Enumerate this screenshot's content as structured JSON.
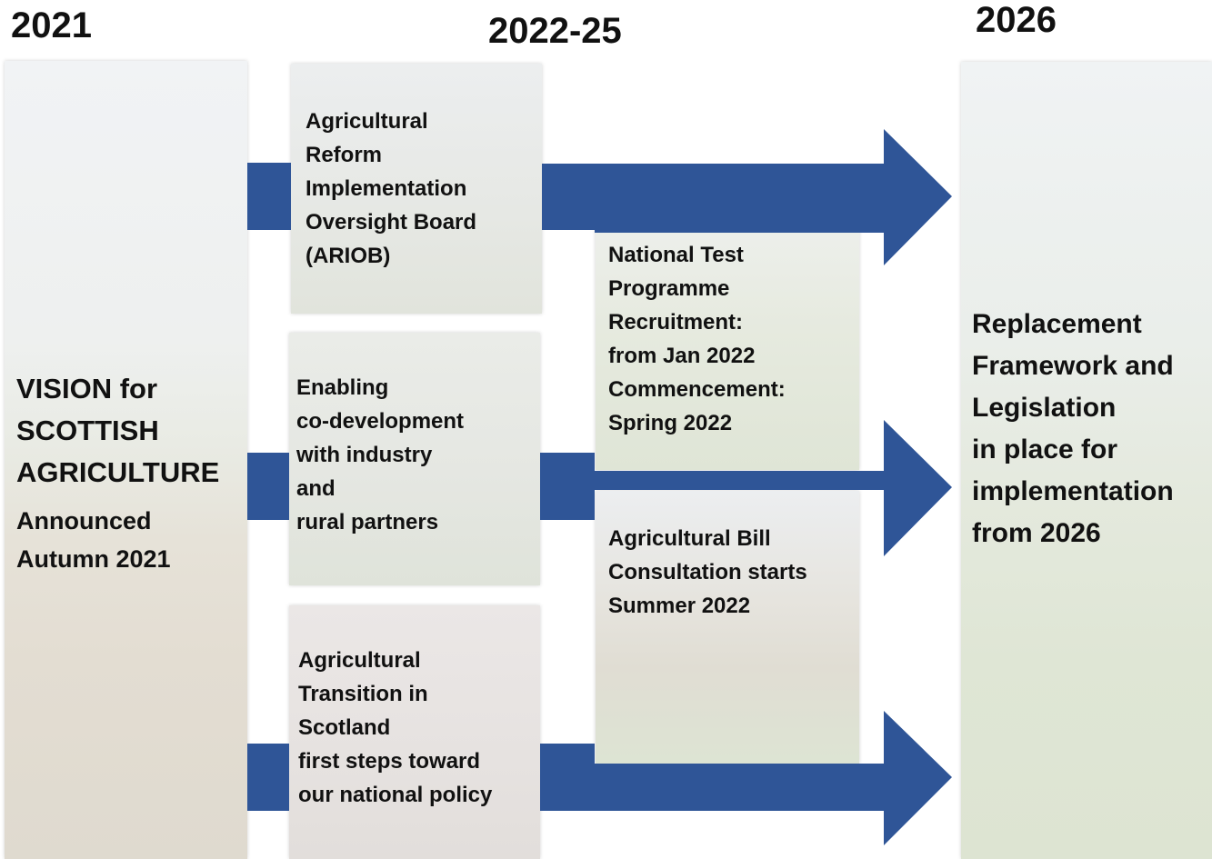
{
  "years": {
    "y2021": "2021",
    "y2022_25": "2022-25",
    "y2026": "2026"
  },
  "vision": {
    "title_lines": [
      "VISION for",
      "SCOTTISH",
      "AGRICULTURE"
    ],
    "sub_lines": [
      "Announced",
      "Autumn 2021"
    ]
  },
  "ariob": {
    "lines": [
      "Agricultural",
      "Reform",
      "Implementation",
      "Oversight Board",
      "(ARIOB)"
    ]
  },
  "codev": {
    "lines": [
      "Enabling",
      "co-development",
      "with industry",
      "and",
      "rural partners"
    ]
  },
  "transition": {
    "lines": [
      "Agricultural",
      "Transition in",
      "Scotland",
      "first steps toward",
      "our national policy"
    ]
  },
  "ntp": {
    "lines": [
      "National Test",
      "Programme",
      "Recruitment:",
      "from Jan 2022",
      "Commencement:",
      "Spring 2022"
    ]
  },
  "bill": {
    "lines": [
      "Agricultural Bill",
      "Consultation starts",
      "Summer 2022"
    ]
  },
  "outcome": {
    "lines": [
      "Replacement",
      "Framework and",
      "Legislation",
      "in place for",
      "implementation",
      "from 2026"
    ]
  },
  "colors": {
    "arrow": "#2f5597",
    "text": "#111111"
  }
}
